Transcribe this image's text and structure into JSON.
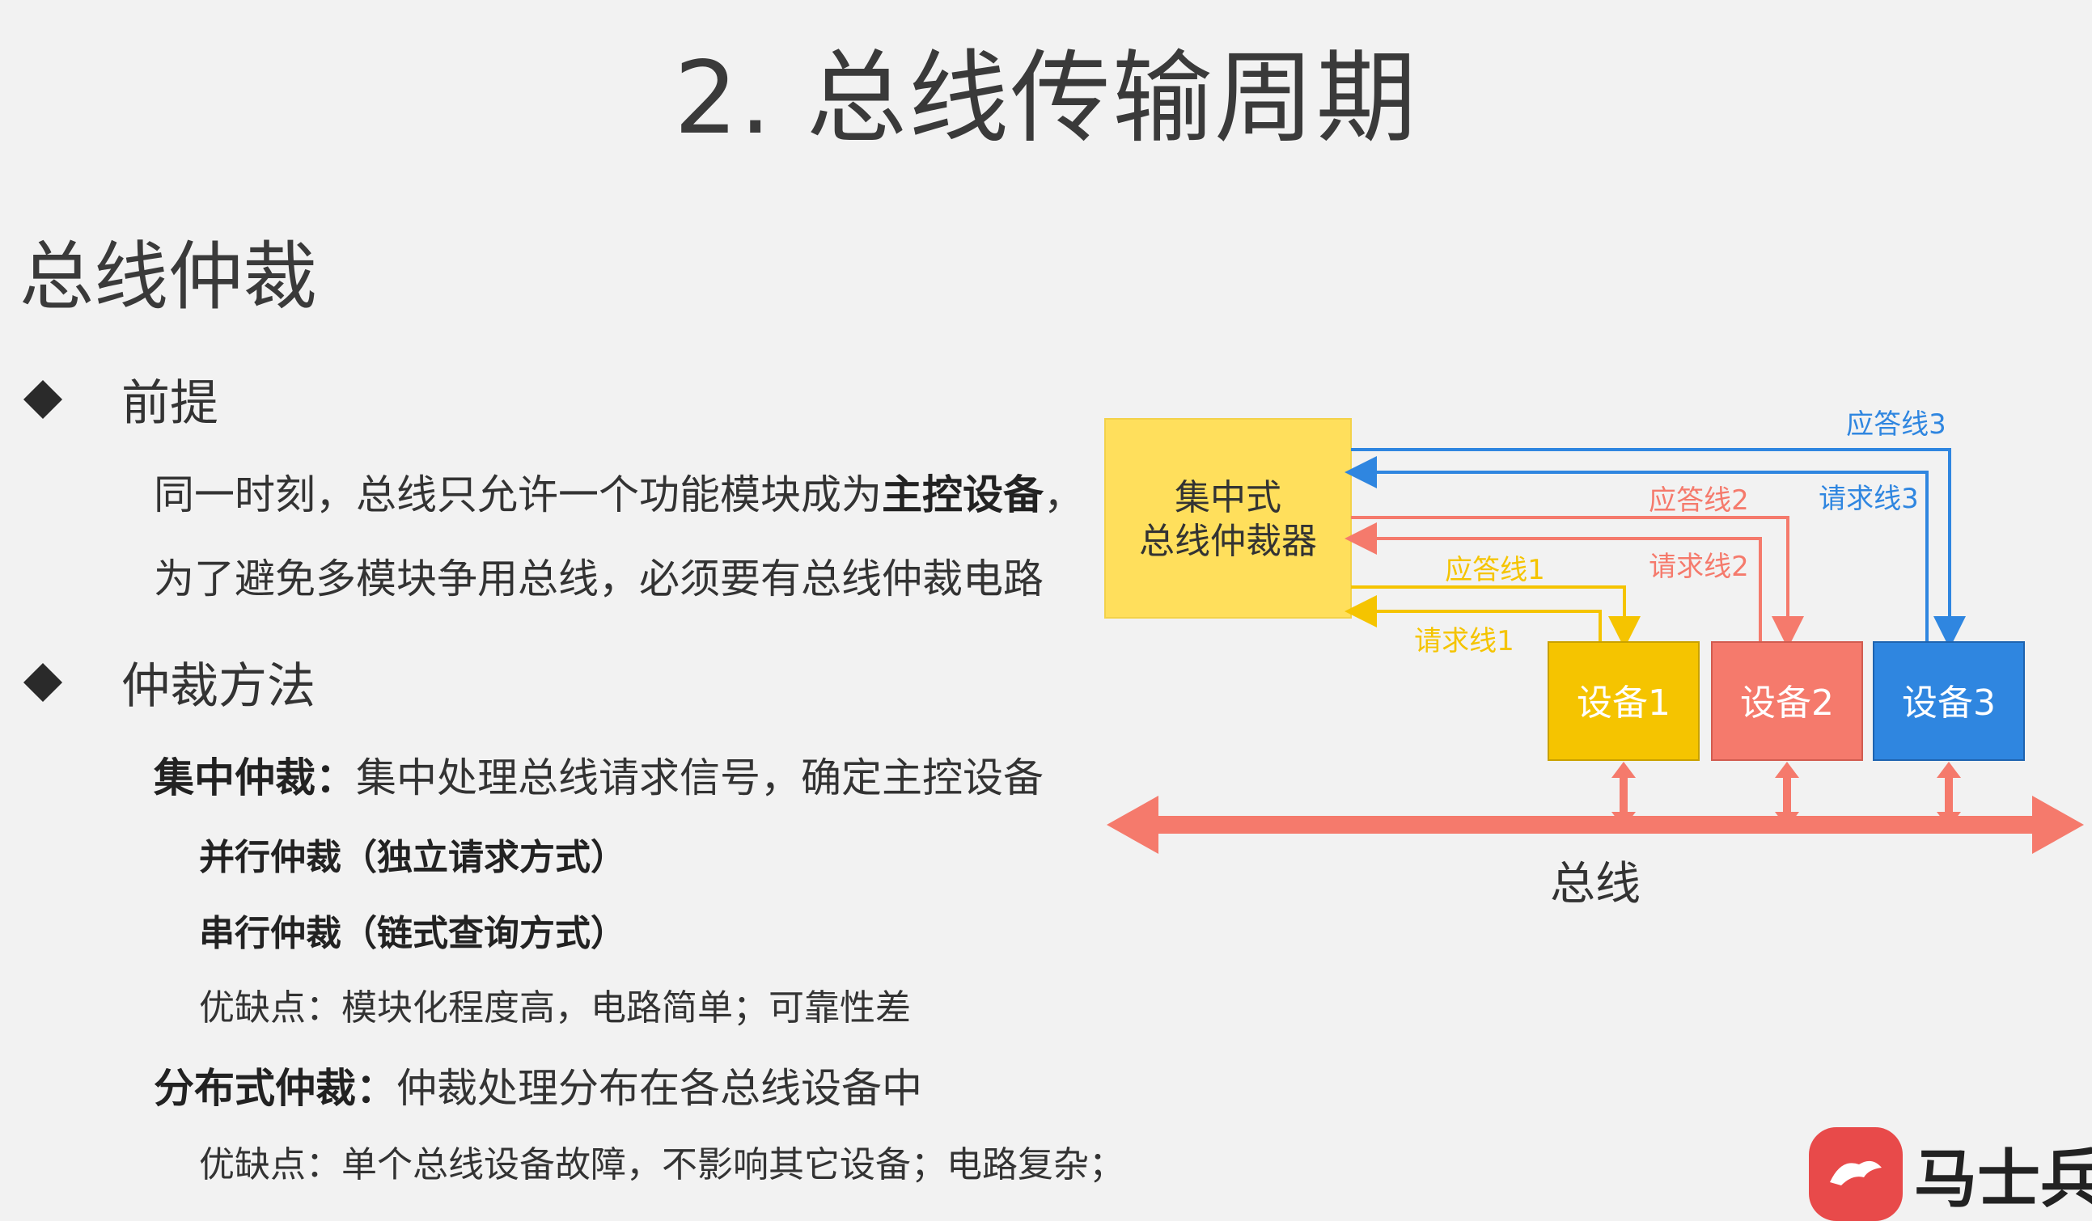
{
  "slide": {
    "title": "2. 总线传输周期",
    "section": "总线仲裁"
  },
  "premise": {
    "bullet": "前提",
    "line1_pre": "同一时刻，总线只允许一个功能模块成为",
    "line1_bold": "主控设备",
    "line1_post": "，",
    "line2": "为了避免多模块争用总线，必须要有总线仲裁电路"
  },
  "method": {
    "bullet": "仲裁方法",
    "central_label": "集中仲裁：",
    "central_desc": "集中处理总线请求信号，确定主控设备",
    "parallel": "并行仲裁（独立请求方式）",
    "serial": "串行仲裁（链式查询方式）",
    "serial_pros": "优缺点：模块化程度高，电路简单；可靠性差",
    "dist_label": "分布式仲裁：",
    "dist_desc": "仲裁处理分布在各总线设备中",
    "dist_pros": "优缺点：单个总线设备故障，不影响其它设备；电路复杂；"
  },
  "diagram": {
    "arbiter_line1": "集中式",
    "arbiter_line2": "总线仲裁器",
    "device1": "设备1",
    "device2": "设备2",
    "device3": "设备3",
    "ack1": "应答线1",
    "req1": "请求线1",
    "ack2": "应答线2",
    "req2": "请求线2",
    "ack3": "应答线3",
    "req3": "请求线3",
    "bus": "总线",
    "colors": {
      "yellow": "#f5c400",
      "red": "#f57a6c",
      "blue": "#2f86e0",
      "arbiter": "#ffdf5c"
    }
  },
  "logo": {
    "text": "马士兵教"
  }
}
